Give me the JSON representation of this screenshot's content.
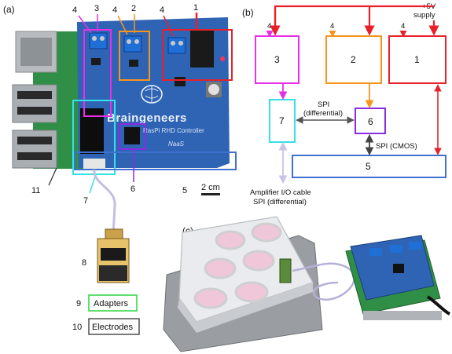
{
  "panels": {
    "a": "(a)",
    "b": "(b)",
    "c": "(c)"
  },
  "board": {
    "brand": "Braingeneers",
    "subtitle": "RasPi RHD Controller",
    "signature": "NaaS",
    "scale_bar": "2 cm",
    "callouts": [
      "1",
      "2",
      "3",
      "4",
      "4",
      "4",
      "5",
      "6",
      "7",
      "8",
      "11"
    ]
  },
  "legend_boxes": {
    "adapters_num": "9",
    "adapters_label": "Adapters",
    "electrodes_num": "10",
    "electrodes_label": "Electrodes"
  },
  "block_diagram": {
    "supply_line1": "+5V",
    "supply_line2": "supply",
    "boxes": [
      "1",
      "2",
      "3",
      "5",
      "6",
      "7"
    ],
    "four_labels": [
      "4",
      "4",
      "4"
    ],
    "spi_diff_line1": "SPI",
    "spi_diff_line2": "(differential)",
    "spi_cmos": "SPI (CMOS)",
    "amp_line1": "Amplifier I/O cable",
    "amp_line2": "SPI (differential)"
  },
  "colors": {
    "red": "#e8202a",
    "orange": "#f7941d",
    "magenta": "#e62fe6",
    "cyan": "#36e0e8",
    "purple": "#8b2be2",
    "blue": "#3f6fd1",
    "green": "#39d84a",
    "gray": "#555555",
    "lavender": "#c9c2ea",
    "pcb_blue": "#2f64b4"
  }
}
